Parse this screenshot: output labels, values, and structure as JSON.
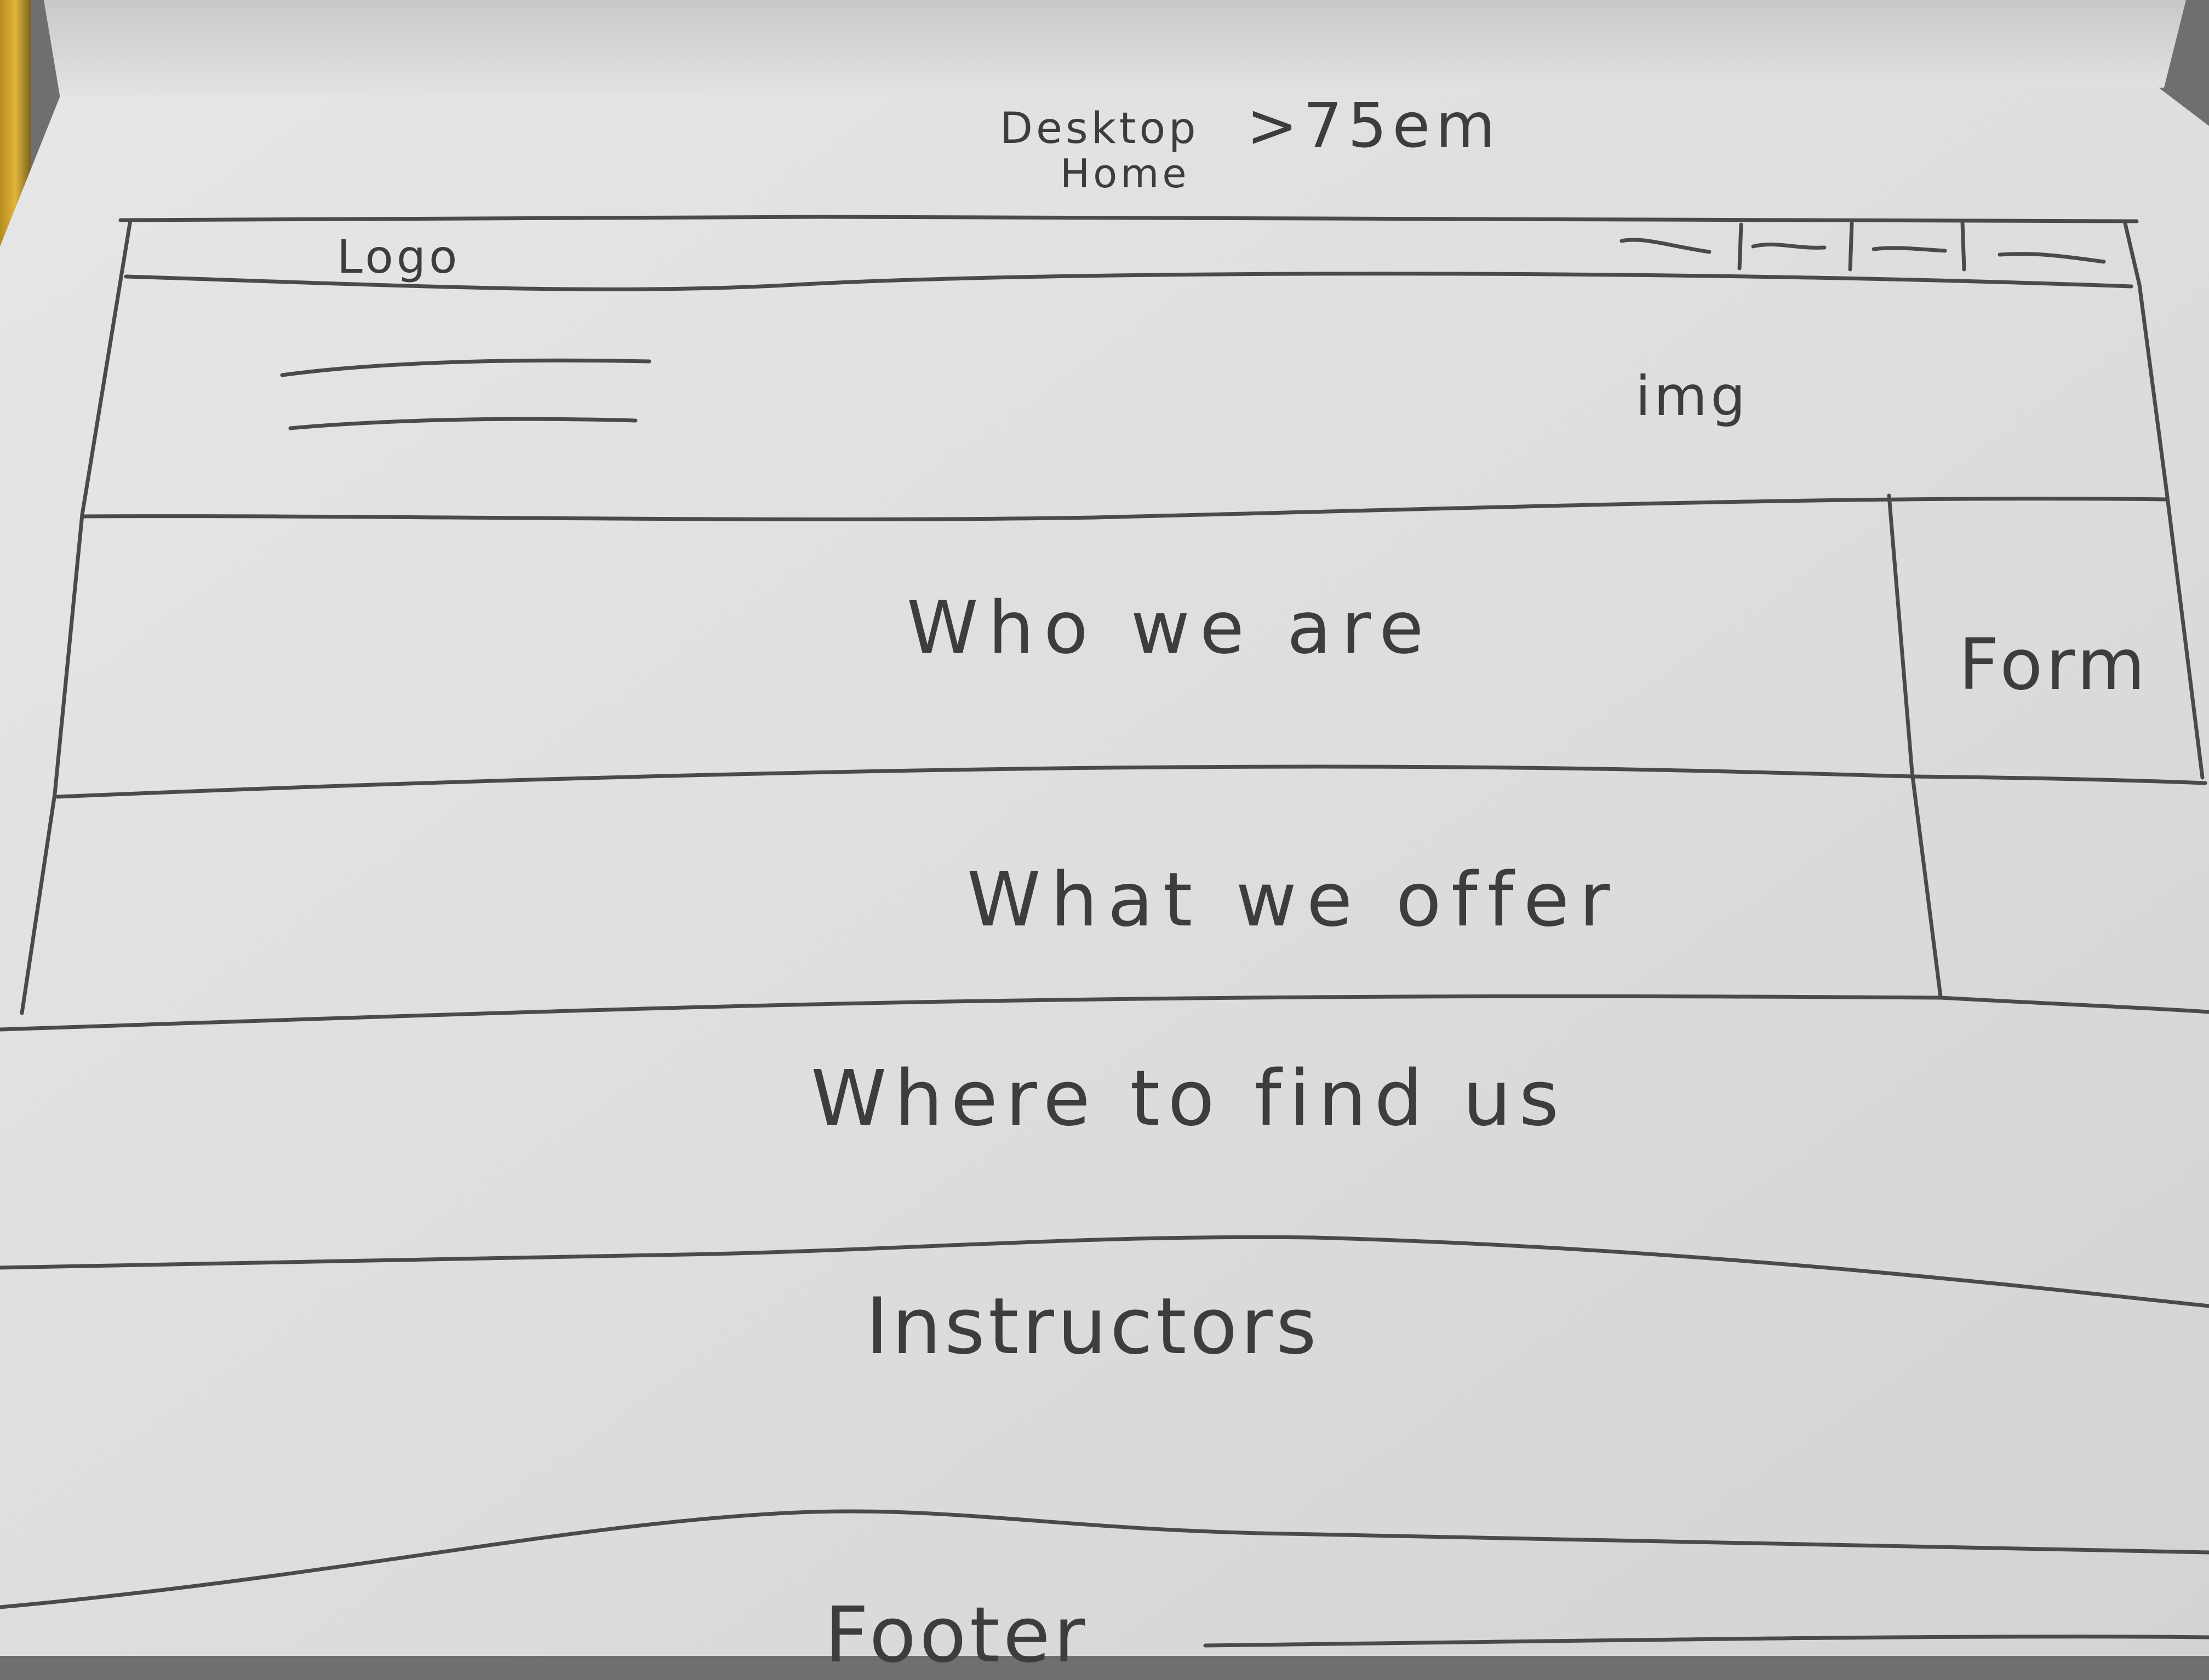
{
  "sketch": {
    "header_note": {
      "page_label": "Desktop",
      "breakpoint": ">75em",
      "page_name": "Home"
    },
    "nav": {
      "logo": "Logo",
      "menu_items": [
        "—",
        "—",
        "—",
        "—"
      ]
    },
    "hero": {
      "image_label": "img"
    },
    "sections": {
      "who": "Who we are",
      "form": "Form",
      "offer": "What we offer",
      "where": "Where to find us",
      "instructors": "Instructors",
      "footer": "Footer"
    }
  },
  "colors": {
    "pencil": "#3d3d3d",
    "paper": "#e2e2e2",
    "background": "#6f6f70",
    "binding": "#d9b23a"
  }
}
